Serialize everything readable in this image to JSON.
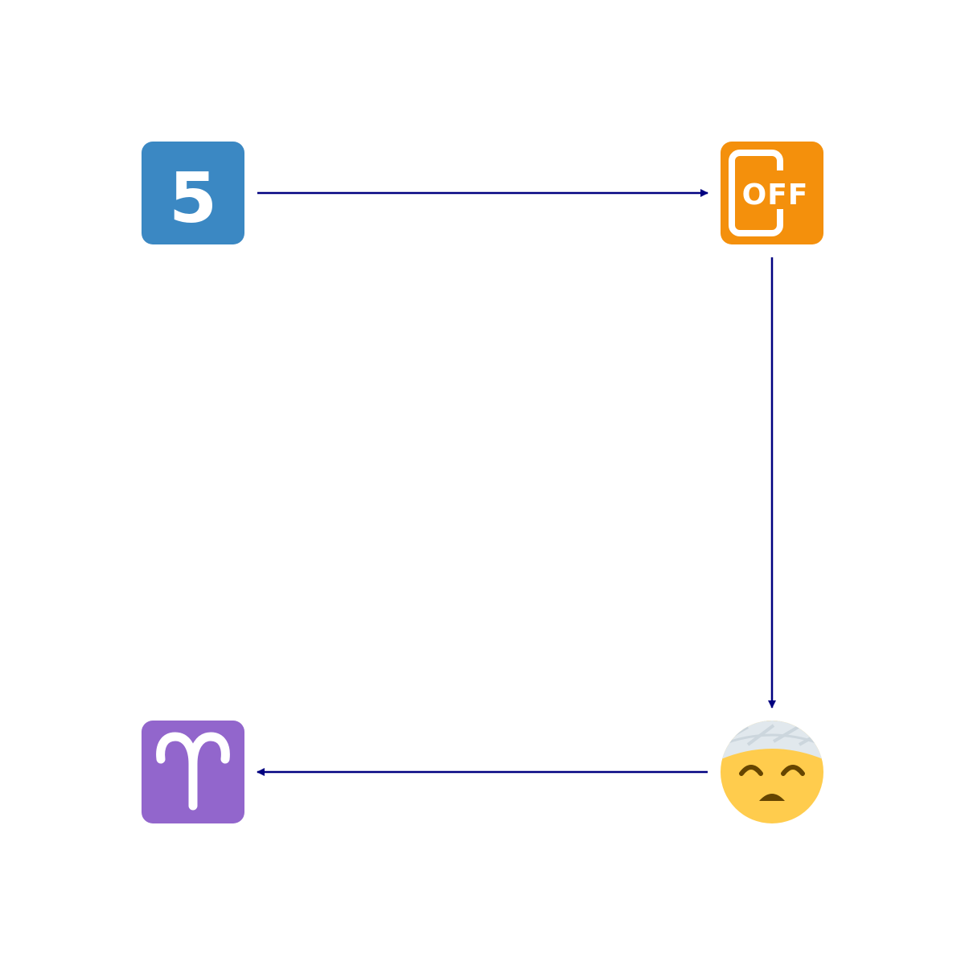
{
  "nodes": [
    {
      "id": "keycap-five",
      "icon": "keycap-digit-five-icon",
      "label": "5",
      "color": "#3B88C3"
    },
    {
      "id": "mobile-phone-off",
      "icon": "mobile-phone-off-icon",
      "label": "OFF",
      "color": "#F4900C"
    },
    {
      "id": "head-bandage",
      "icon": "face-with-head-bandage-icon",
      "color": "#FFCC4D",
      "bandage_color": "#E1E8ED"
    },
    {
      "id": "aries",
      "icon": "aries-zodiac-icon",
      "color": "#9266CC"
    }
  ],
  "edges": [
    {
      "from": "keycap-five",
      "to": "mobile-phone-off"
    },
    {
      "from": "mobile-phone-off",
      "to": "head-bandage"
    },
    {
      "from": "head-bandage",
      "to": "aries"
    }
  ],
  "edge_color": "#000080"
}
